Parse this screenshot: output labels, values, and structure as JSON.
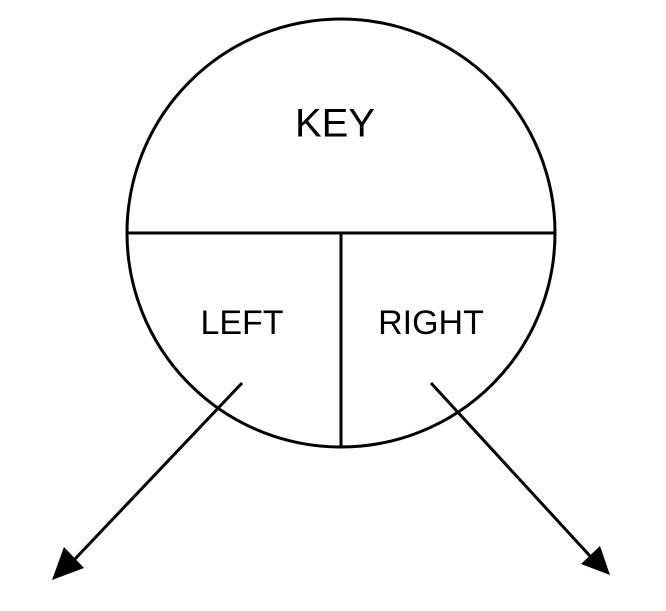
{
  "node": {
    "key_label": "KEY",
    "left_label": "LEFT",
    "right_label": "RIGHT"
  },
  "colors": {
    "stroke": "#000000",
    "background": "#ffffff"
  }
}
